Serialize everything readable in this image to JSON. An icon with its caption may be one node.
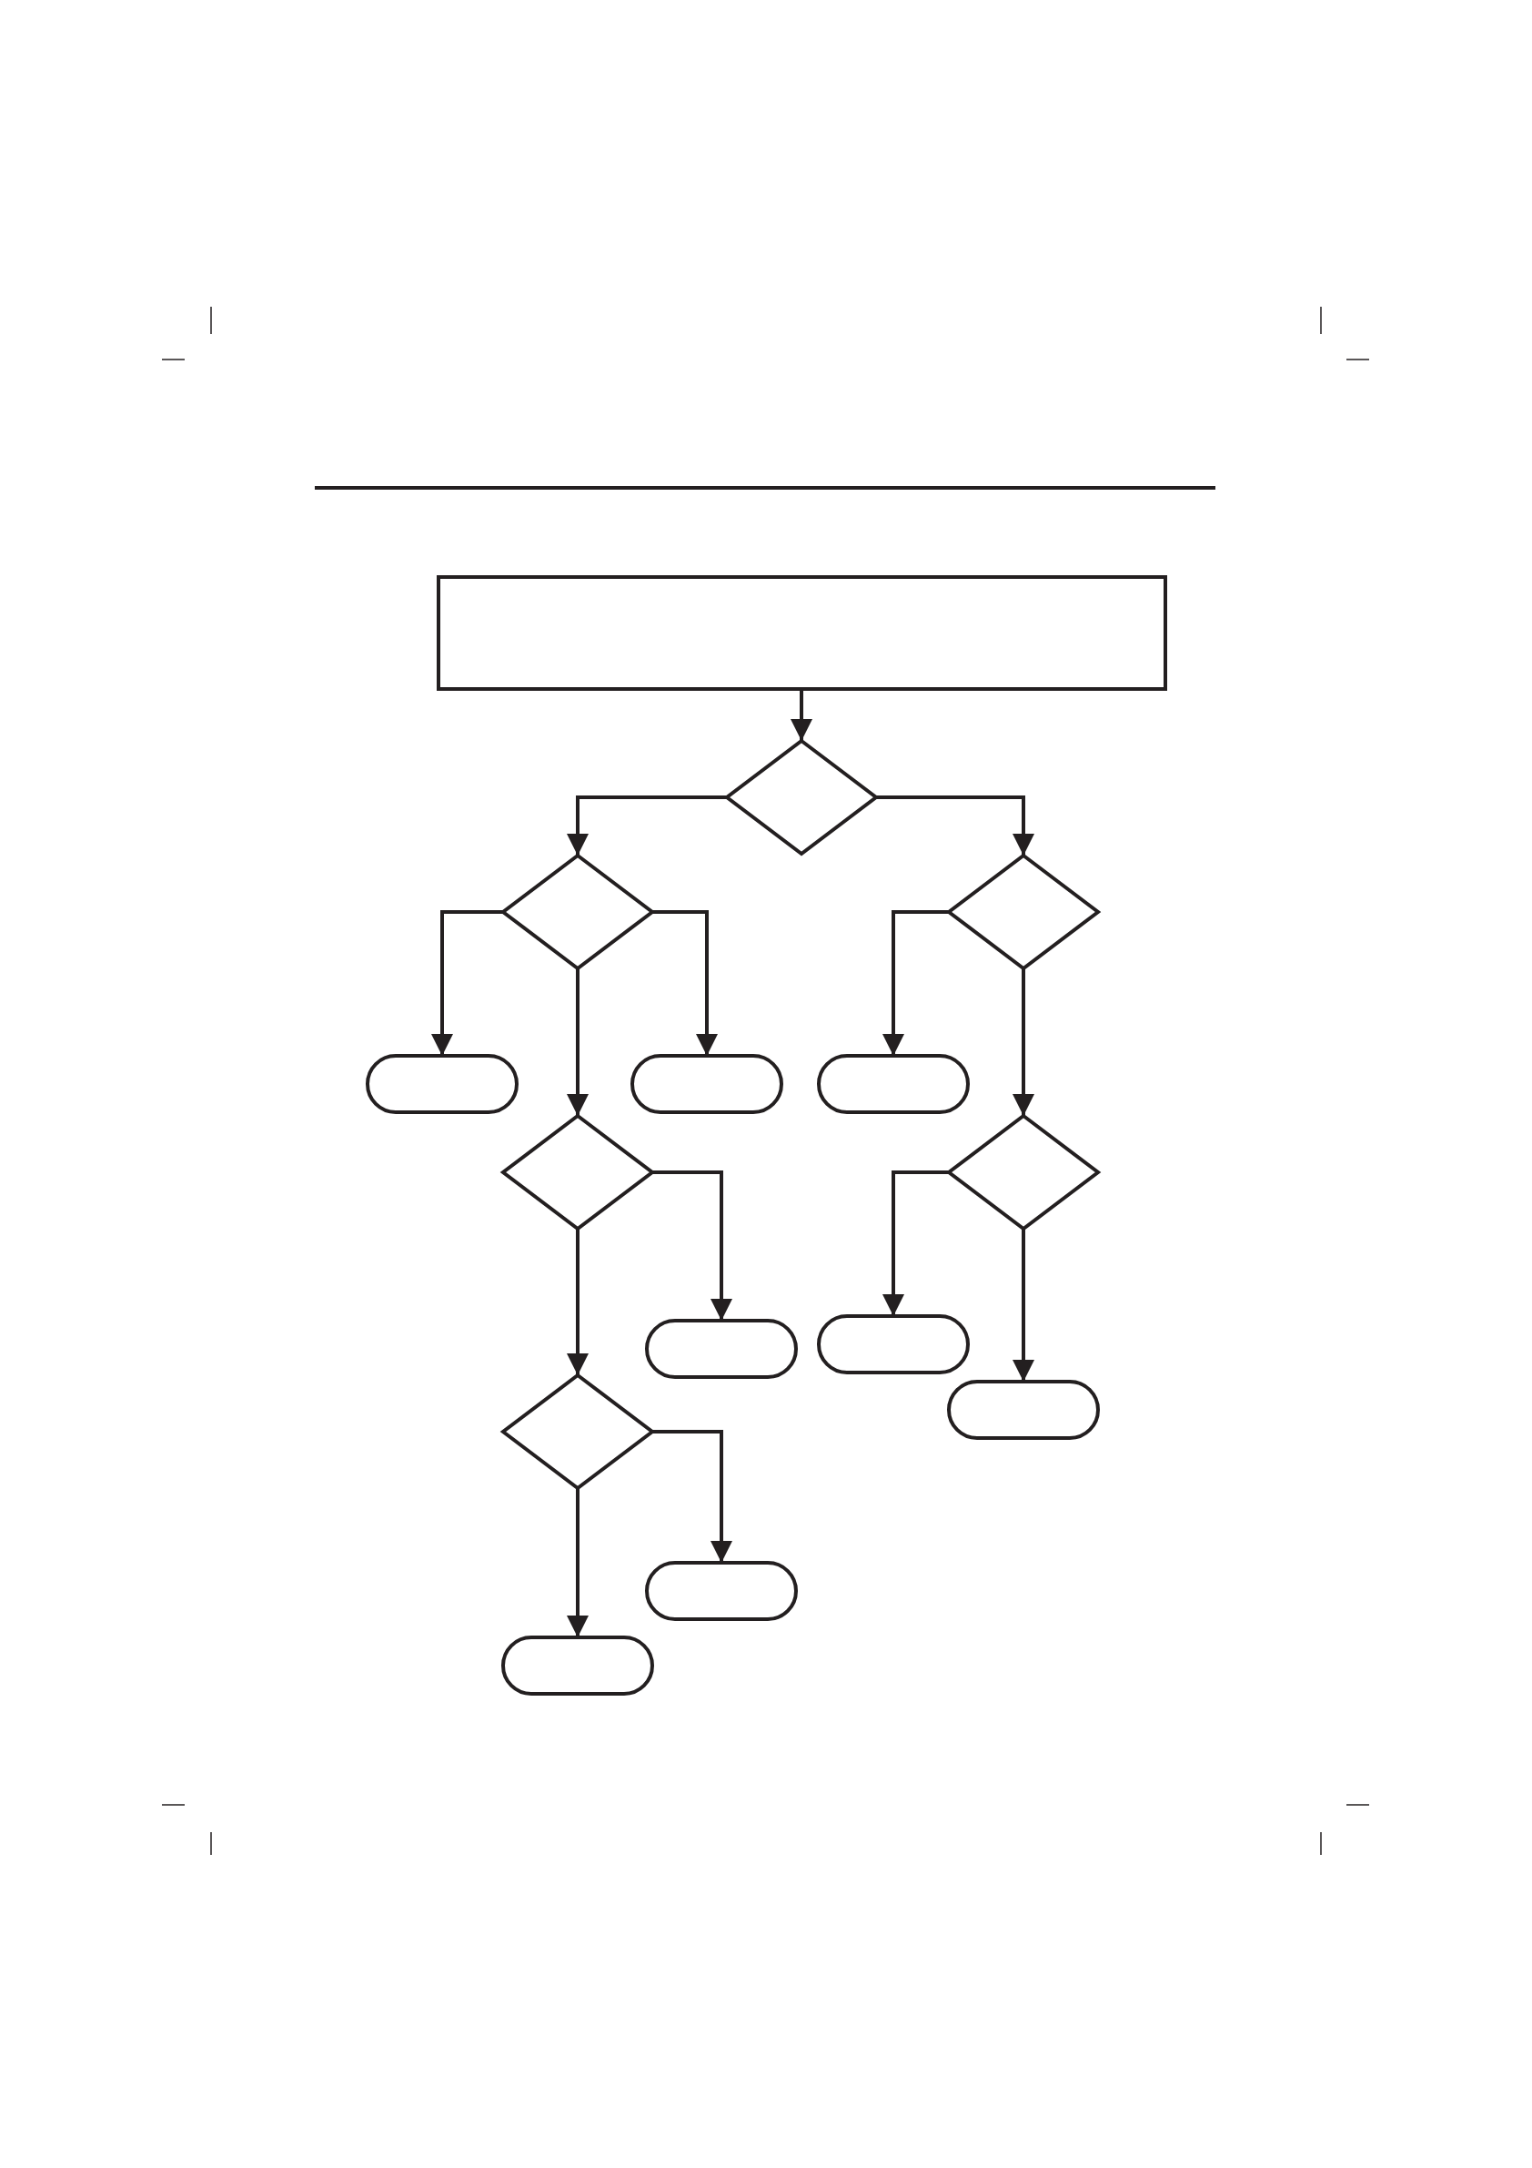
{
  "diagram": {
    "nodes": [
      {
        "text": [],
        "shape": "box"
      },
      {
        "text": [],
        "shape": "diamond"
      },
      {
        "text": [],
        "shape": "diamond"
      },
      {
        "text": [],
        "shape": "diamond"
      },
      {
        "text": [],
        "shape": "oval"
      },
      {
        "text": [],
        "shape": "oval"
      },
      {
        "text": [],
        "shape": "oval"
      },
      {
        "text": [],
        "shape": "diamond"
      },
      {
        "text": [],
        "shape": "diamond"
      },
      {
        "text": [],
        "shape": "oval"
      },
      {
        "text": [],
        "shape": "oval"
      },
      {
        "text": [],
        "shape": "oval"
      },
      {
        "text": [],
        "shape": "diamond"
      },
      {
        "text": [],
        "shape": "oval"
      },
      {
        "text": [],
        "shape": "oval"
      }
    ],
    "edges": [
      {
        "from": 0,
        "to": 1,
        "arrow": "to"
      },
      {
        "from": 1,
        "to": 2,
        "arrow": "to"
      },
      {
        "from": 1,
        "to": 3,
        "arrow": "to"
      },
      {
        "from": 2,
        "to": 4,
        "arrow": "to"
      },
      {
        "from": 2,
        "to": 7,
        "arrow": "to"
      },
      {
        "from": 2,
        "to": 5,
        "arrow": "to"
      },
      {
        "from": 3,
        "to": 6,
        "arrow": "to"
      },
      {
        "from": 3,
        "to": 8,
        "arrow": "to"
      },
      {
        "from": 7,
        "to": 9,
        "arrow": "to"
      },
      {
        "from": 7,
        "to": 12,
        "arrow": "to"
      },
      {
        "from": 8,
        "to": 10,
        "arrow": "to"
      },
      {
        "from": 8,
        "to": 11,
        "arrow": "to"
      },
      {
        "from": 12,
        "to": 13,
        "arrow": "to"
      },
      {
        "from": 12,
        "to": 14,
        "arrow": "to"
      }
    ]
  }
}
